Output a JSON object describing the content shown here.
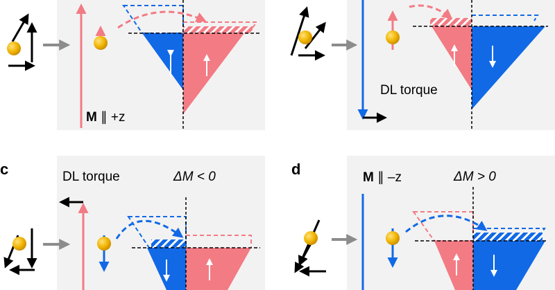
{
  "colors": {
    "red": "#f27b84",
    "red_light": "#f6a3aa",
    "blue": "#1169e6",
    "panel_bg": "#f2f2f2",
    "arrow_gray": "#8c8c8c",
    "electron": "#f0b400"
  },
  "panels": [
    {
      "id": "a",
      "label": "",
      "mag_text_bold": "M",
      "mag_text_rest": " ∥ +z",
      "torque_text": "",
      "delta_text": ""
    },
    {
      "id": "b",
      "label": "",
      "mag_text_bold": "",
      "mag_text_rest": "",
      "torque_text": "DL torque",
      "delta_text": ""
    },
    {
      "id": "c",
      "label": "c",
      "mag_text_bold": "",
      "mag_text_rest": "",
      "torque_text": "DL torque",
      "delta_text": "ΔM < 0"
    },
    {
      "id": "d",
      "label": "d",
      "mag_text_bold": "M",
      "mag_text_rest": " ∥ –z",
      "torque_text": "",
      "delta_text": "ΔM > 0"
    }
  ],
  "icons": [
    "electron-icon",
    "spin-arrow-icon",
    "magnetization-arrow-icon",
    "coordinate-axes-icon",
    "process-arrow-icon"
  ]
}
